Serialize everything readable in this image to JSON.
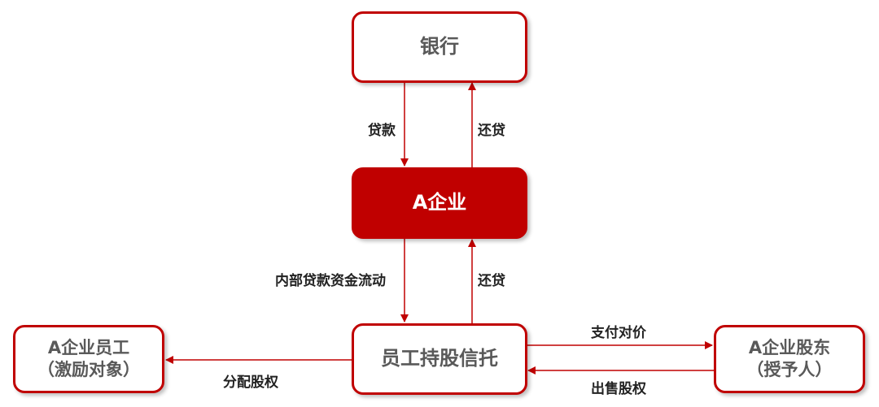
{
  "colors": {
    "accent": "#c00000",
    "box_text": "#595959",
    "label_text": "#222222"
  },
  "nodes": {
    "bank": {
      "text": "银行"
    },
    "company": {
      "text": "A企业"
    },
    "trust": {
      "text": "员工持股信托"
    },
    "employees": {
      "line1": "A企业员工",
      "line2": "（激励对象）"
    },
    "shareholders": {
      "line1": "A企业股东",
      "line2": "（授予人）"
    }
  },
  "edges": {
    "loan": "贷款",
    "repay_bank": "还贷",
    "internal_loan": "内部贷款资金流动",
    "repay_company": "还贷",
    "distribute_equity": "分配股权",
    "pay_consideration": "支付对价",
    "sell_equity": "出售股权"
  }
}
